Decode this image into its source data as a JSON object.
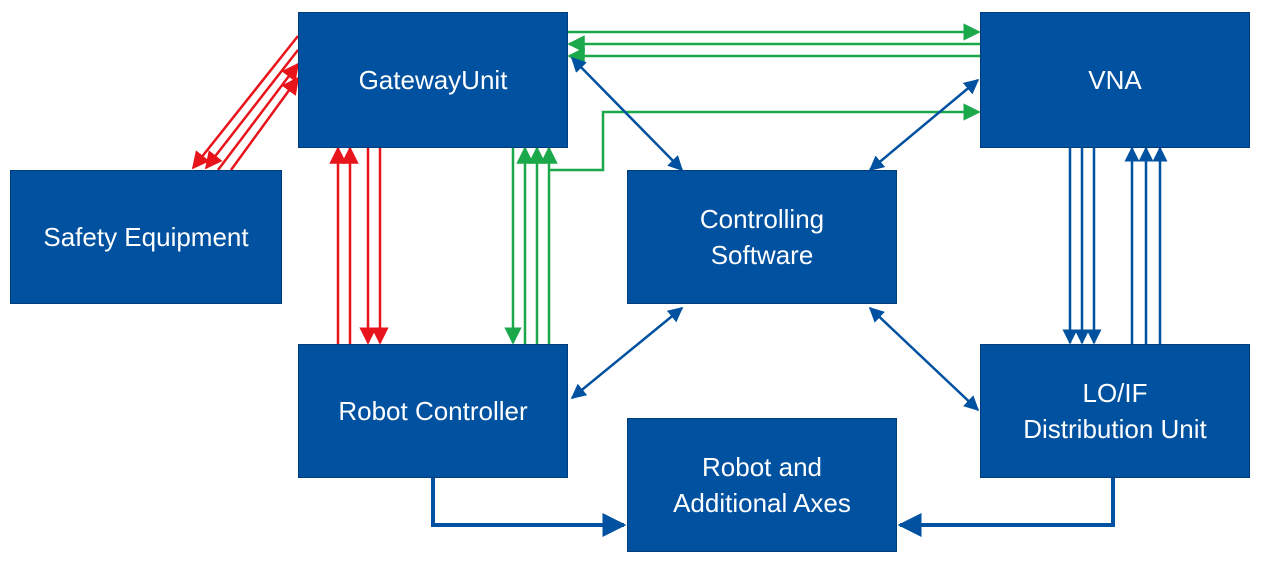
{
  "boxes": {
    "gateway": {
      "label": "GatewayUnit"
    },
    "vna": {
      "label": "VNA"
    },
    "safety": {
      "label": "Safety Equipment"
    },
    "controlling": {
      "line1": "Controlling",
      "line2": "Software"
    },
    "robot_controller": {
      "label": "Robot Controller"
    },
    "lo_if": {
      "line1": "LO/IF",
      "line2": "Distribution Unit"
    },
    "robot_axes": {
      "line1": "Robot and",
      "line2": "Additional Axes"
    }
  },
  "colors": {
    "box_fill": "#0051a0",
    "red_signal": "#e8141b",
    "green_signal": "#1aa84a",
    "blue_link": "#0051a0"
  }
}
